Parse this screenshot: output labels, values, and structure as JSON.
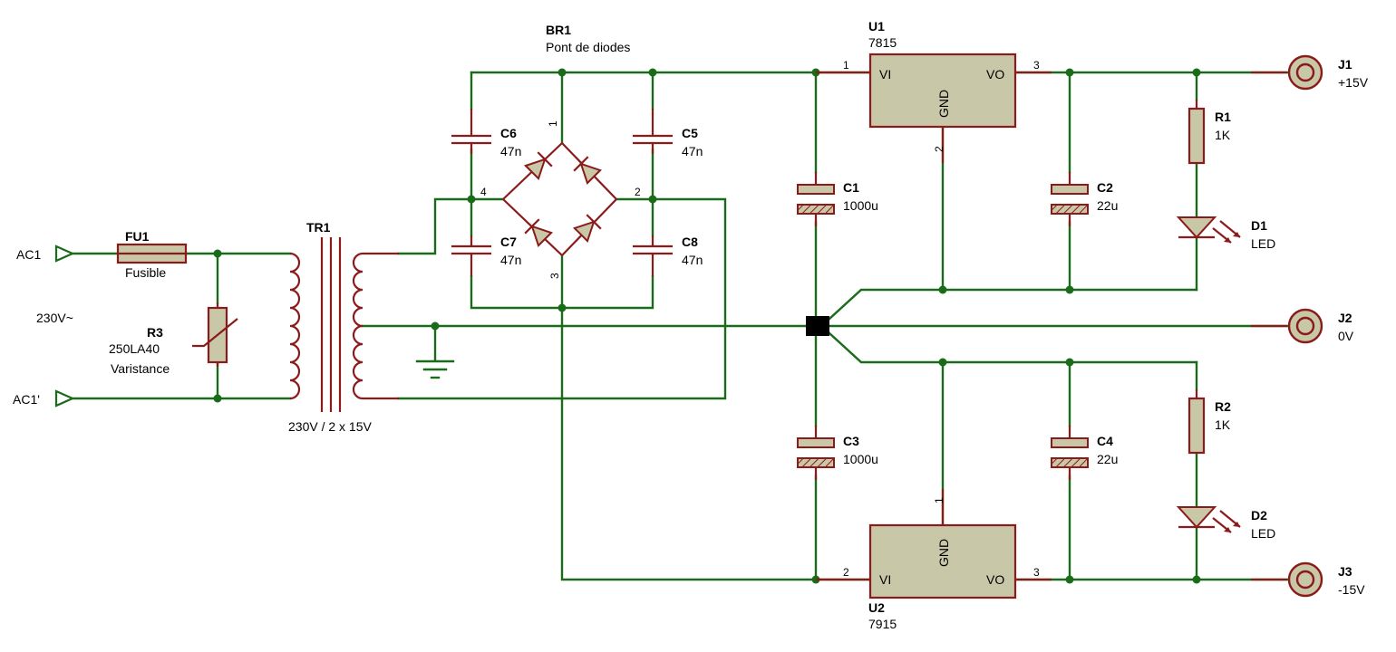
{
  "labels": {
    "ac1": "AC1",
    "ac1p": "AC1'",
    "mains": "230V~",
    "fu1_ref": "FU1",
    "fu1_val": "Fusible",
    "r3_ref": "R3",
    "r3_val1": "250LA40",
    "r3_val2": "Varistance",
    "tr1_ref": "TR1",
    "tr1_val": "230V / 2 x 15V",
    "br1_ref": "BR1",
    "br1_val": "Pont de diodes",
    "c6_ref": "C6",
    "c6_val": "47n",
    "c5_ref": "C5",
    "c5_val": "47n",
    "c7_ref": "C7",
    "c7_val": "47n",
    "c8_ref": "C8",
    "c8_val": "47n",
    "c1_ref": "C1",
    "c1_val": "1000u",
    "c2_ref": "C2",
    "c2_val": "22u",
    "c3_ref": "C3",
    "c3_val": "1000u",
    "c4_ref": "C4",
    "c4_val": "22u",
    "u1_ref": "U1",
    "u1_val": "7815",
    "u2_ref": "U2",
    "u2_val": "7915",
    "r1_ref": "R1",
    "r1_val": "1K",
    "r2_ref": "R2",
    "r2_val": "1K",
    "d1_ref": "D1",
    "d1_val": "LED",
    "d2_ref": "D2",
    "d2_val": "LED",
    "j1_ref": "J1",
    "j1_val": "+15V",
    "j2_ref": "J2",
    "j2_val": "0V",
    "j3_ref": "J3",
    "j3_val": "-15V",
    "vi": "VI",
    "vo": "VO",
    "gnd": "GND",
    "pin1": "1",
    "pin2": "2",
    "pin3": "3",
    "pin4": "4"
  },
  "colors": {
    "wire": "#1a6b1a",
    "component": "#8b1a1a",
    "body_fill": "#c8c8a8"
  }
}
